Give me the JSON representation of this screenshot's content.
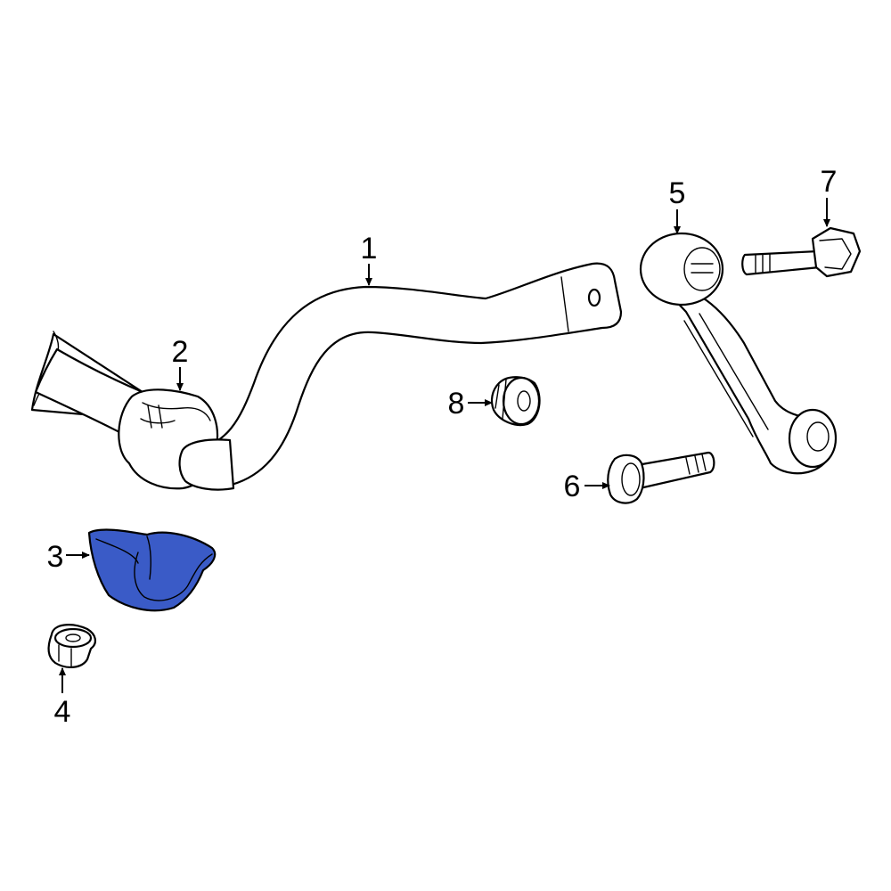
{
  "diagram": {
    "highlight_color": "#3a5bc7",
    "highlighted_part": "3",
    "callouts": [
      {
        "id": "1",
        "label": "1"
      },
      {
        "id": "2",
        "label": "2"
      },
      {
        "id": "3",
        "label": "3"
      },
      {
        "id": "4",
        "label": "4"
      },
      {
        "id": "5",
        "label": "5"
      },
      {
        "id": "6",
        "label": "6"
      },
      {
        "id": "7",
        "label": "7"
      },
      {
        "id": "8",
        "label": "8"
      }
    ]
  }
}
